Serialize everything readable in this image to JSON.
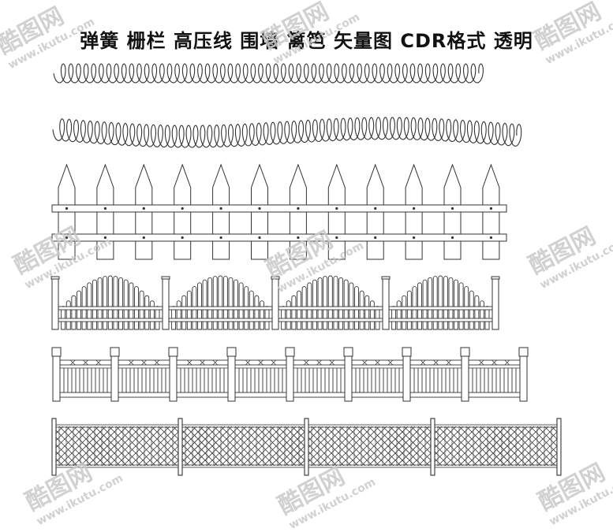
{
  "title": "弹簧 栅栏 高压线 围墙 篱笆 矢量图 CDR格式 透明",
  "watermark": {
    "text": "酷图网",
    "url": "www.ikutu.com"
  },
  "colors": {
    "stroke": "#333333",
    "fill": "#ffffff",
    "watermark": "#c9c9c9"
  },
  "items": {
    "spring_1": "straight coil spring",
    "spring_2": "wavy coil spring",
    "fence_1": "pointed picket fence",
    "fence_2": "arched picket fence",
    "fence_3": "post and rail fence",
    "fence_4": "lattice fence"
  }
}
